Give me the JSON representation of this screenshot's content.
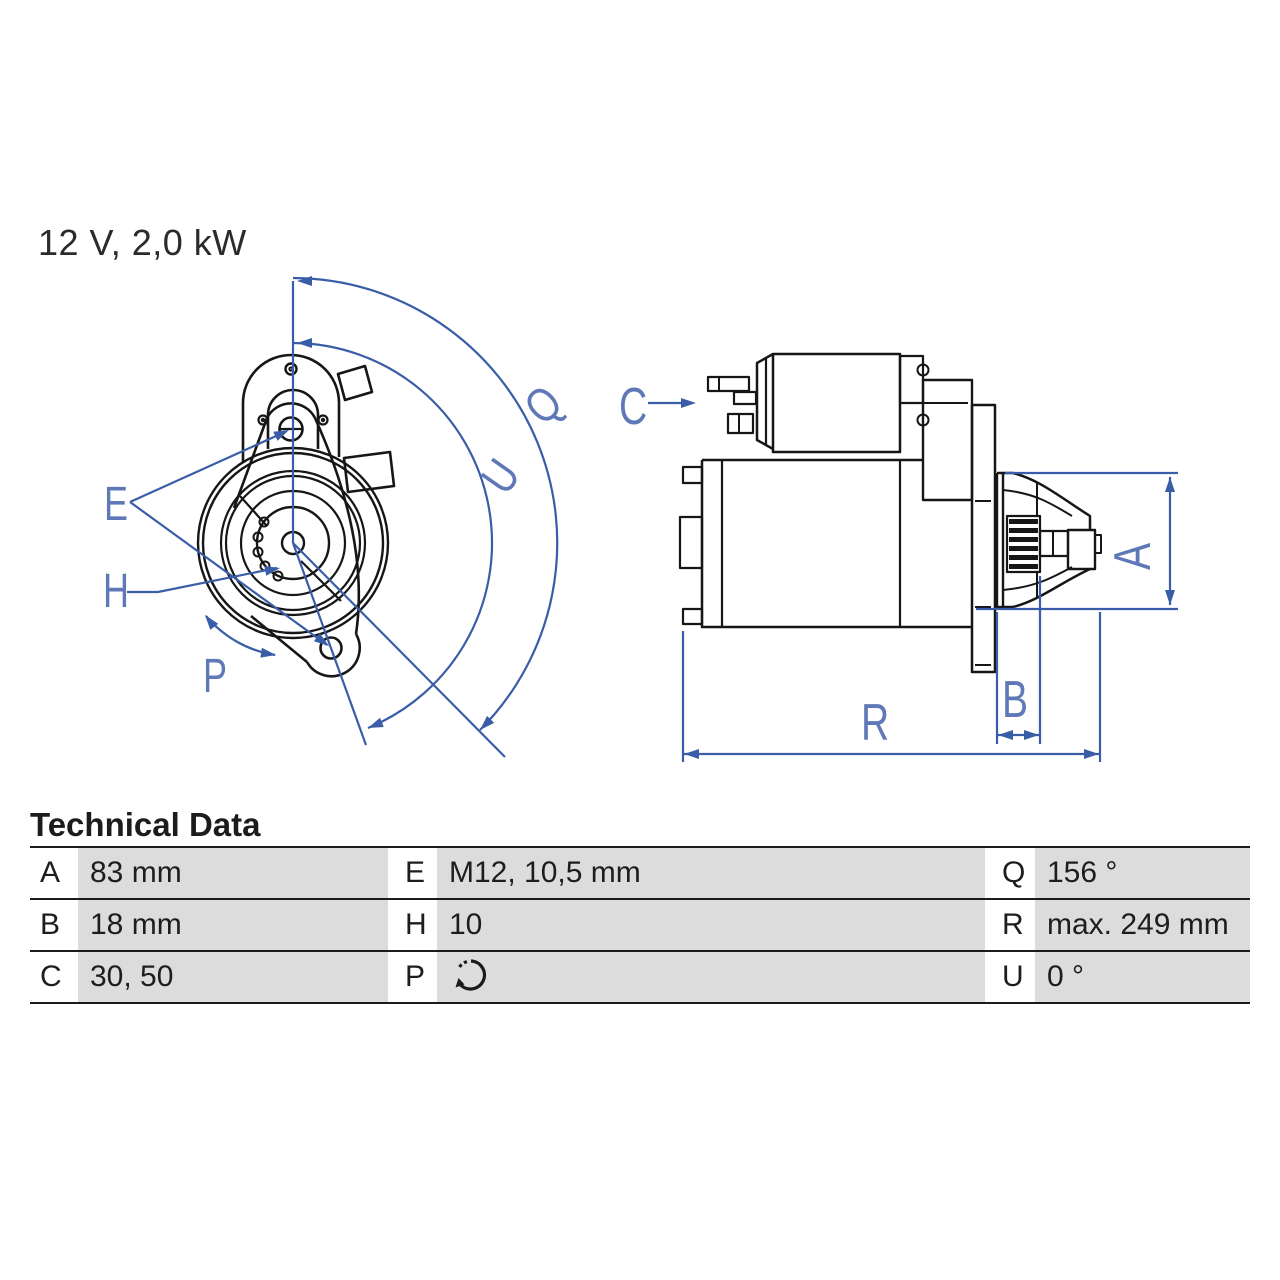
{
  "title": "12 V, 2,0 kW",
  "section_heading": "Technical Data",
  "drawing": {
    "annotation_color": "#3a5da8",
    "label_color": "#5f78b7",
    "outline_color": "#161616",
    "labels": {
      "E": "E",
      "H": "H",
      "P": "P",
      "Q": "Q",
      "U": "U",
      "C": "C",
      "A": "A",
      "B": "B",
      "R": "R"
    }
  },
  "table": {
    "rows": [
      {
        "cells": [
          {
            "key": "A",
            "value": "83 mm"
          },
          {
            "key": "E",
            "value": "M12, 10,5 mm"
          },
          {
            "key": "Q",
            "value": "156 °"
          }
        ]
      },
      {
        "cells": [
          {
            "key": "B",
            "value": "18 mm"
          },
          {
            "key": "H",
            "value": "10"
          },
          {
            "key": "R",
            "value": "max. 249 mm"
          }
        ]
      },
      {
        "cells": [
          {
            "key": "C",
            "value": "30, 50"
          },
          {
            "key": "P",
            "value": "",
            "icon": "rotation-ccw-icon"
          },
          {
            "key": "U",
            "value": "0 °"
          }
        ]
      }
    ]
  }
}
